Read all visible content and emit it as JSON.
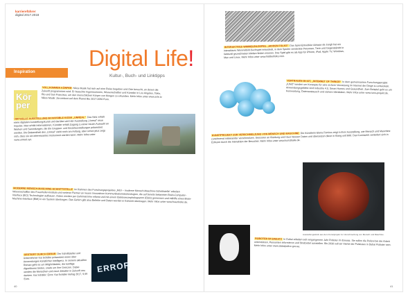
{
  "header": {
    "magazine": "karriereführer",
    "issue": "digital 2017.2018"
  },
  "section_label": "Inspiration",
  "title": "Digital Life",
  "title_punct": "!",
  "subtitle": "Kultur-, Buch- und Linktipps",
  "koerper_badge": "Kör per",
  "left_blocks": [
    {
      "head": "Vollkommen Körper",
      "body": "Nikos Musik hat sich auf eine Reise begeben und Orte besucht, an denen die Zukunft programmiert wird. Er besuchte Ingenieurinnen, Wissenschaftler und Künstler in Los Angeles, Tokio, Rio und San Francisco, um den menschlichen Körper von Morgen zu erkunden. Mehr Infos unter www.arte.tv. Nikos Musik: Zeroreboot auf dem Planet Bio 2017-2050 Euro."
    },
    {
      "head": "Virtuelle Ausstellung im Invisible Kiosk „Unreal“",
      "body": "Das Netz erhält seine digitalen Ausstellungskunst und darüber wird der Ausstellung „Unreal“ neue Impulse. Man erhält Informationen, Künstler erhält Zugang zu einer neuen Auswahl an Werken und Sammlungen, die die Gruppen- und Einzelausstellungen präsentiert werden. Die Bekanntheit des „Unreal“ steht noch am Anfang, aber schon jetzt zeigt sich, dass sie ein interessantes Instrument werden kann. Mehr Infos unter www.unreal.xyz."
    },
    {
      "head": "Moderne Mensch-Maschine-Schnittstelle",
      "body": "Im Rahmen des Forschungsprojektes „MGI – moderne Mensch-Maschine-Schnittstelle“ arbeiten Wissenschaftler des Fraunhofer-Instituts und weiterer Partner an neuen innovativen Kommunikationstechnologien, die auf bereits bekannten Brain-Computer-Interface (BCI) Technologien aufbauen. Daten werden per Gehirnströme erfasst und mit einem Elektroenzephalogramm (EEG) gemessen und mithilfe eines Brain-Machine-Interface (BMI) in ein System übertragen. Das Gehirn gibt also Befehle und Daten werden in Echtzeit übertragen. Mehr Infos unter www.fraunhofer.de."
    },
    {
      "head": "Gestiert durch Error",
      "body": "Der Schriftsteller und Unternehmer Kai Schäfer präsentiert einen über Anwendungen künstlicher Intelligenz. In seinem aktuellen Roman geht es um Möglichkeiten, die künftige Algorithmen bieten, sowie um ihre Grenzen. Dabei werden die Menschen und neue Zeitalter in Zukunft neu denken. Kai Schäfer: Error. Kai Schäfer Verlag 2017, 9,99 Euro."
    }
  ],
  "error_image_text": "ERROR",
  "right_blocks": [
    {
      "head": "Interaktives Wimmelbildspiel „Hidden Folks“",
      "body": "Das Spiel-Entwickler Adriaan de Jongh hat ein interaktives Wimmelbild-Suchspiel entwickelt, in dem Spieler versteckte Personen, Tiere und Gegenstände in liebevoll gezeichneten Welten finden müssen. Das Spiel gibt es als App für iPhone, iPad, Apple TV, Windows, Mac und Linux. Mehr Infos unter www.hiddenfolks.com."
    },
    {
      "head": "Vertrauen im IoT, „Internet of Things“",
      "body": "In dem gemeinsamen Forschungsprojekt „IUNO“ werden um Konzepte für eine sichere Vernetzung im Internet der Dinge zu entwickeln. Anwendungsgebiete sind Industrie 4.0, Smart Homes und Gesundheit. Zum Beispiel geht es um Fernwartung, Datenaustausch und sichere Identitäten. Mehr Infos unter www.iuno-projekt.de."
    },
    {
      "head": "Kunstprojekt zur Verschmelzung von Mensch und Maschine",
      "body": "Die Künstlerin Elena Fomina zeigt in ihrer Ausstellung, wie Mensch und Maschine zunehmend miteinander verschmelzen. Sensoren an Kleidung und Haut messen Daten und übersetzen diese in Klang und Bild. Das Kunstwerk verändert sich in Echtzeit durch die Interaktion der Besucher. Mehr Infos unter www.kunsthalle.de."
    },
    {
      "head": "Roboter im Einsatz",
      "body": "In Dubai arbeiten seit vergangenem Jahr Roboter im Einsatz. Sie sollen die Polizei bei der Arbeit unterstützen, Passanten informieren und Strafzettel ausstellen. Bis 2030 soll ein Viertel der Polizisten in Dubai Roboter sein. Mehr Infos unter www.dubaipolice.gov.ae."
    }
  ],
  "globe_caption": "Ausstellungsstück aus dem Kunstprojekt zur Verschmelzung von Mensch und Maschine.",
  "page_numbers": {
    "left": "40",
    "right": "41"
  }
}
